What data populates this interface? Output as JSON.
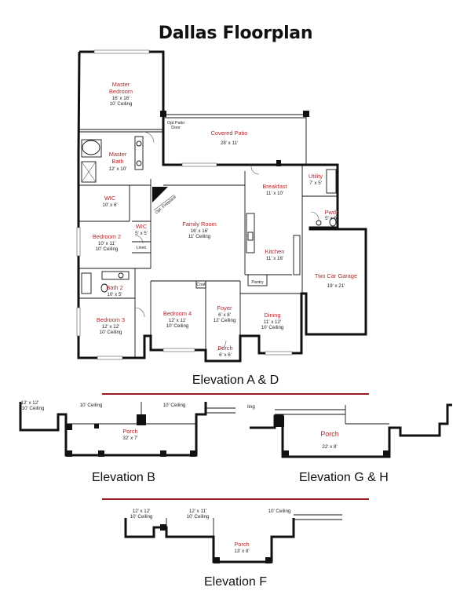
{
  "title": "Dallas Floorplan",
  "rooms": {
    "master_bedroom": {
      "name_line1": "Master",
      "name_line2": "Bedroom",
      "size": "16' x 16'",
      "ceiling": "10' Ceiling"
    },
    "covered_patio": {
      "name": "Covered Patio",
      "size": "28' x 11'"
    },
    "opt_patio_door": {
      "line1": "Opt Patio",
      "line2": "Door"
    },
    "master_bath": {
      "name_line1": "Master",
      "name_line2": "Bath",
      "size": "12' x 10'"
    },
    "wic_master": {
      "name": "WIC",
      "size": "10' x 6'"
    },
    "breakfast": {
      "name": "Breakfast",
      "size": "11' x 10'"
    },
    "utility": {
      "name": "Utility",
      "size": "7' x 5'"
    },
    "pwdr": {
      "name": "Pwdr",
      "size": "5' x 6'"
    },
    "opt_fireplace": {
      "name": "Opt. Fireplace"
    },
    "family_room": {
      "name": "Family Room",
      "size": "16' x 16'",
      "ceiling": "11' Ceiling"
    },
    "wic_small": {
      "name": "WIC",
      "size": "5' x 5'"
    },
    "bedroom2": {
      "name": "Bedroom 2",
      "size": "10' x 11'",
      "ceiling": "10' Ceiling"
    },
    "linen": {
      "name": "Linen"
    },
    "kitchen": {
      "name": "Kitchen",
      "size": "11' x 16'"
    },
    "two_car_garage": {
      "name": "Two Car Garage",
      "size": "19' x 21'"
    },
    "coat": {
      "name": "Coat"
    },
    "pantry": {
      "name": "Pantry"
    },
    "bath2": {
      "name": "Bath 2",
      "size": "10' x 5'"
    },
    "bedroom4": {
      "name": "Bedroom 4",
      "size": "12' x 11'",
      "ceiling": "10' Ceiling"
    },
    "foyer": {
      "name": "Foyer",
      "size": "6' x 8'",
      "ceiling": "12' Ceiling"
    },
    "dining": {
      "name": "Dining",
      "size": "11' x 12'",
      "ceiling": "10' Ceiling"
    },
    "bedroom3": {
      "name": "Bedroom 3",
      "size": "12' x 12'",
      "ceiling": "10' Ceiling"
    },
    "porch_main": {
      "name": "Porch",
      "size": "6' x 6'"
    }
  },
  "elevations": {
    "ad": {
      "label": "Elevation A & D"
    },
    "b": {
      "label": "Elevation B",
      "porch": "Porch",
      "porch_size": "32' x 7'",
      "ceil_a": "12' x 12'",
      "ceil_b": "10' Ceiling",
      "ceil_c": "10' Ceiling",
      "ceil_d": "10' Ceiling"
    },
    "gh": {
      "label": "Elevation G & H",
      "porch": "Porch",
      "porch_size": "22' x 8'",
      "ceil_frag": "ling"
    },
    "f": {
      "label": "Elevation F",
      "porch": "Porch",
      "porch_size": "13' x 8'",
      "ceil_a1": "12' x 12'",
      "ceil_a2": "10' Ceiling",
      "ceil_b1": "12' x 11'",
      "ceil_b2": "10' Ceiling",
      "ceil_c": "10' Ceiling"
    }
  },
  "colors": {
    "room_label": "#b3262b",
    "divider": "#9b1c20"
  }
}
